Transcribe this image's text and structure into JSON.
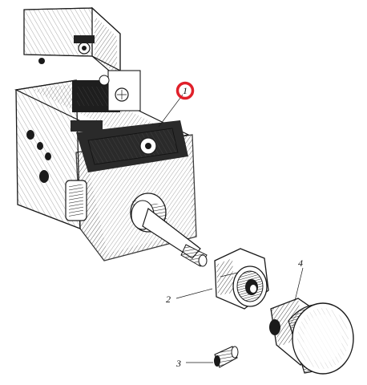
{
  "diagram": {
    "parts": [
      {
        "id": "part-1",
        "label": "1",
        "name": "switch-body"
      },
      {
        "id": "part-2",
        "label": "2",
        "name": "nut"
      },
      {
        "id": "part-3",
        "label": "3",
        "name": "set-screw"
      },
      {
        "id": "part-4",
        "label": "4",
        "name": "knob"
      }
    ],
    "highlight_color": "#e0202a",
    "ink_color": "#1a1a1a"
  }
}
